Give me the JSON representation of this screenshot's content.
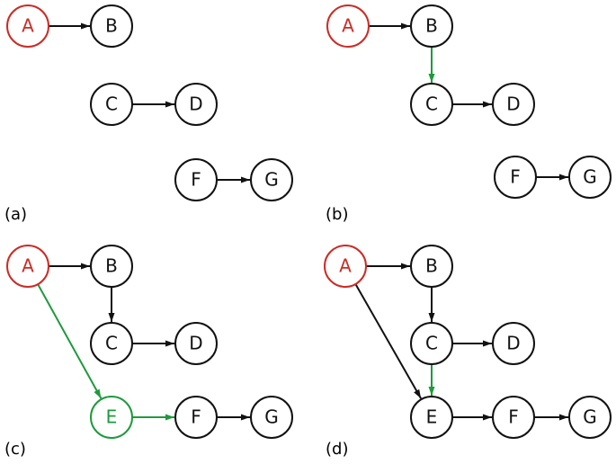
{
  "colors": {
    "default": "#111111",
    "root": "#cc2b25",
    "new": "#1e9a3c"
  },
  "panels": [
    {
      "label": "(a)",
      "nodes": [
        {
          "id": "A",
          "label": "A",
          "state": "root"
        },
        {
          "id": "B",
          "label": "B",
          "state": "default"
        },
        {
          "id": "C",
          "label": "C",
          "state": "default"
        },
        {
          "id": "D",
          "label": "D",
          "state": "default"
        },
        {
          "id": "F",
          "label": "F",
          "state": "default"
        },
        {
          "id": "G",
          "label": "G",
          "state": "default"
        }
      ],
      "edges": [
        {
          "from": "A",
          "to": "B",
          "state": "default"
        },
        {
          "from": "C",
          "to": "D",
          "state": "default"
        },
        {
          "from": "F",
          "to": "G",
          "state": "default"
        }
      ]
    },
    {
      "label": "(b)",
      "nodes": [
        {
          "id": "A",
          "label": "A",
          "state": "root"
        },
        {
          "id": "B",
          "label": "B",
          "state": "default"
        },
        {
          "id": "C",
          "label": "C",
          "state": "default"
        },
        {
          "id": "D",
          "label": "D",
          "state": "default"
        },
        {
          "id": "F",
          "label": "F",
          "state": "default"
        },
        {
          "id": "G",
          "label": "G",
          "state": "default"
        }
      ],
      "edges": [
        {
          "from": "A",
          "to": "B",
          "state": "default"
        },
        {
          "from": "B",
          "to": "C",
          "state": "new"
        },
        {
          "from": "C",
          "to": "D",
          "state": "default"
        },
        {
          "from": "F",
          "to": "G",
          "state": "default"
        }
      ]
    },
    {
      "label": "(c)",
      "nodes": [
        {
          "id": "A",
          "label": "A",
          "state": "root"
        },
        {
          "id": "B",
          "label": "B",
          "state": "default"
        },
        {
          "id": "C",
          "label": "C",
          "state": "default"
        },
        {
          "id": "D",
          "label": "D",
          "state": "default"
        },
        {
          "id": "E",
          "label": "E",
          "state": "new"
        },
        {
          "id": "F",
          "label": "F",
          "state": "default"
        },
        {
          "id": "G",
          "label": "G",
          "state": "default"
        }
      ],
      "edges": [
        {
          "from": "A",
          "to": "B",
          "state": "default"
        },
        {
          "from": "B",
          "to": "C",
          "state": "default"
        },
        {
          "from": "C",
          "to": "D",
          "state": "default"
        },
        {
          "from": "A",
          "to": "E",
          "state": "new"
        },
        {
          "from": "E",
          "to": "F",
          "state": "new"
        },
        {
          "from": "F",
          "to": "G",
          "state": "default"
        }
      ]
    },
    {
      "label": "(d)",
      "nodes": [
        {
          "id": "A",
          "label": "A",
          "state": "root"
        },
        {
          "id": "B",
          "label": "B",
          "state": "default"
        },
        {
          "id": "C",
          "label": "C",
          "state": "default"
        },
        {
          "id": "D",
          "label": "D",
          "state": "default"
        },
        {
          "id": "E",
          "label": "E",
          "state": "default"
        },
        {
          "id": "F",
          "label": "F",
          "state": "default"
        },
        {
          "id": "G",
          "label": "G",
          "state": "default"
        }
      ],
      "edges": [
        {
          "from": "A",
          "to": "B",
          "state": "default"
        },
        {
          "from": "B",
          "to": "C",
          "state": "default"
        },
        {
          "from": "C",
          "to": "D",
          "state": "default"
        },
        {
          "from": "A",
          "to": "E",
          "state": "default"
        },
        {
          "from": "C",
          "to": "E",
          "state": "new"
        },
        {
          "from": "E",
          "to": "F",
          "state": "default"
        },
        {
          "from": "F",
          "to": "G",
          "state": "default"
        }
      ]
    }
  ]
}
